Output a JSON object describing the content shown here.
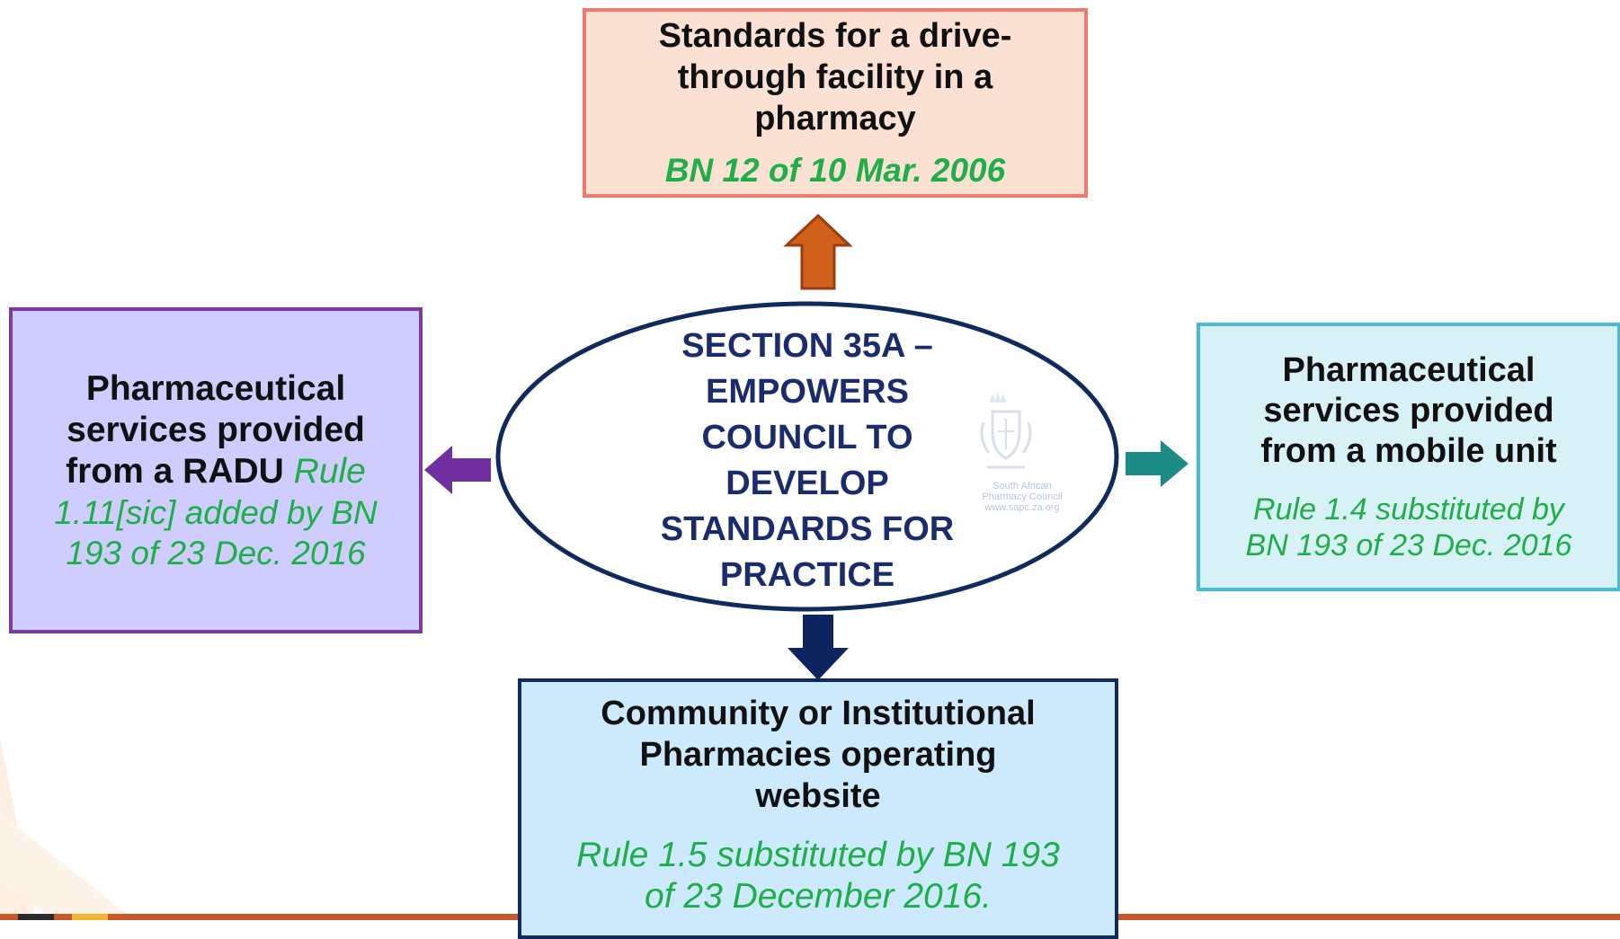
{
  "center": {
    "lines": [
      "SECTION 35A –",
      "EMPOWERS",
      "COUNCIL TO",
      "DEVELOP",
      "STANDARDS FOR",
      "PRACTICE"
    ]
  },
  "watermark": {
    "line1": "South African",
    "line2": "Pharmacy Council",
    "line3": "www.sapc.za.org"
  },
  "top_box": {
    "title_lines": [
      "Standards for a drive-",
      "through facility in a",
      "pharmacy"
    ],
    "reference": "BN 12 of 10 Mar. 2006"
  },
  "left_box": {
    "title_lines": [
      "Pharmaceutical",
      "services provided"
    ],
    "title_tail": "from a RADU",
    "inline_reference": "Rule",
    "reference_lines": [
      "1.11[sic] added by BN",
      "193 of 23 Dec. 2016"
    ]
  },
  "right_box": {
    "title_lines": [
      "Pharmaceutical",
      "services provided",
      "from a mobile unit"
    ],
    "reference_lines": [
      "Rule 1.4 substituted by",
      "BN 193 of 23 Dec. 2016"
    ]
  },
  "bottom_box": {
    "title_lines": [
      "Community or Institutional",
      "Pharmacies operating",
      "website"
    ],
    "reference_lines": [
      "Rule 1.5 substituted by BN 193",
      "of 23 December 2016."
    ]
  },
  "colors": {
    "top_fill": "#fbe1d4",
    "top_border": "#ee7b6d",
    "top_arrow": "#d0601b",
    "left_fill": "#cecdfd",
    "left_border": "#7c3aa0",
    "left_arrow": "#7030a0",
    "right_fill": "#d8f1f6",
    "right_border": "#49bcd3",
    "right_arrow": "#1e8c86",
    "bottom_fill": "#cde9fc",
    "bottom_border": "#102a5e",
    "bottom_arrow": "#0d2460",
    "reference_text": "#1fae4a",
    "center_text": "#1a2c6e"
  }
}
